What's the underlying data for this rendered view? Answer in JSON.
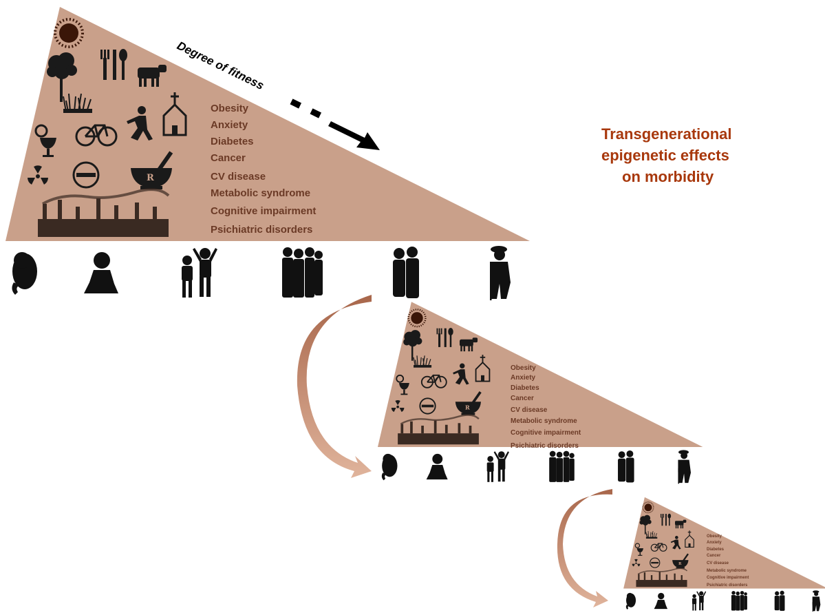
{
  "title": {
    "line1": "Transgenerational",
    "line2": "epigenetic effects",
    "line3": "on morbidity"
  },
  "fitness_label": "Degree of fitness",
  "conditions": [
    "Obesity",
    "Anxiety",
    "Diabetes",
    "Cancer",
    "CV disease",
    "Metabolic syndrome",
    "Cognitive impairment",
    "Psichiatric disorders"
  ],
  "factor_icons": [
    "sun-icon",
    "tree-icon",
    "fork-knife-spoon-icon",
    "cow-icon",
    "grass-icon",
    "alcohol-icon",
    "bicycle-icon",
    "runner-icon",
    "church-icon",
    "radiation-icon",
    "no-smoking-icon",
    "pharmacy-mortar-icon",
    "factory-pollution-icon"
  ],
  "life_stage_icons": [
    "fetus-icon",
    "toddler-icon",
    "children-icon",
    "teenagers-icon",
    "adult-couple-icon",
    "elderly-icon"
  ],
  "colors": {
    "triangle_fill": "#c9a08a",
    "condition_text": "#6b3a26",
    "title_text": "#a8380c",
    "silhouette": "#111111",
    "curved_arrow": "#c0856a"
  }
}
